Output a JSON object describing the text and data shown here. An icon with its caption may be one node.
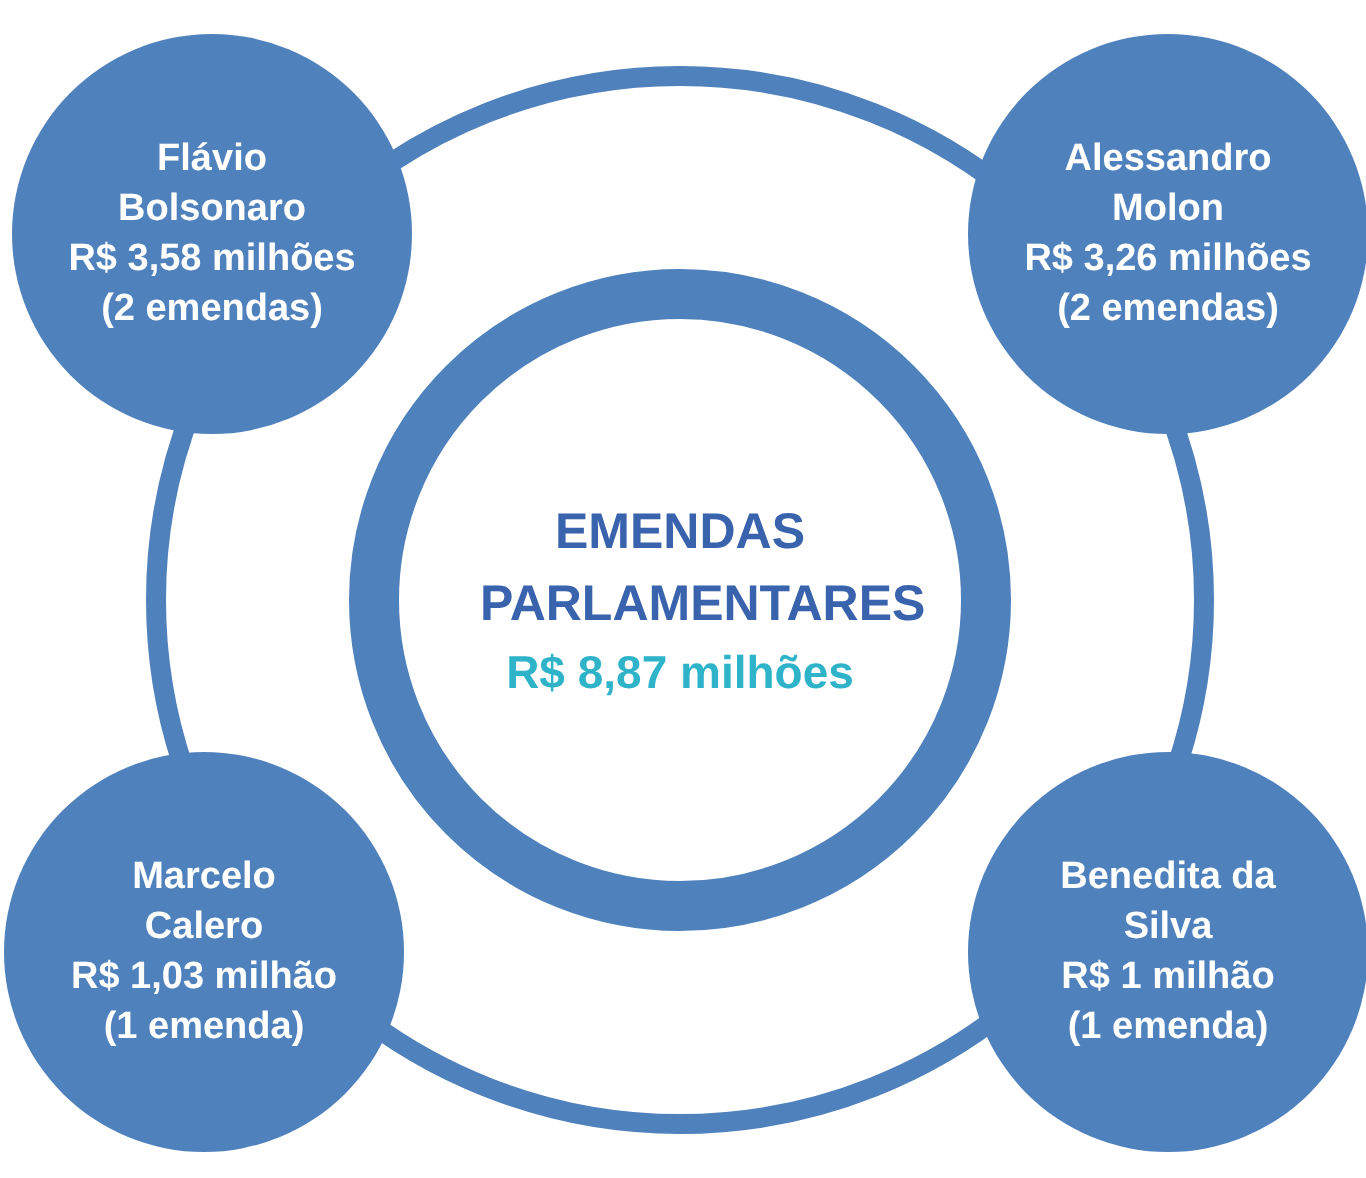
{
  "diagram": {
    "nodes": [
      {
        "text": [
          "EMENDAS PARLAMENTARES",
          "R$ 8,87 milhões"
        ]
      },
      {
        "text": [
          "Flávio Bolsonaro",
          "R$ 3,58 milhões",
          "(2 emendas)"
        ]
      },
      {
        "text": [
          "Alessandro Molon",
          "R$ 3,26 milhões",
          "(2 emendas)"
        ]
      },
      {
        "text": [
          "Marcelo Calero",
          "R$ 1,03 milhão",
          "(1 emenda)"
        ]
      },
      {
        "text": [
          "Benedita da Silva",
          "R$ 1 milhão",
          "(1 emenda)"
        ]
      }
    ]
  }
}
